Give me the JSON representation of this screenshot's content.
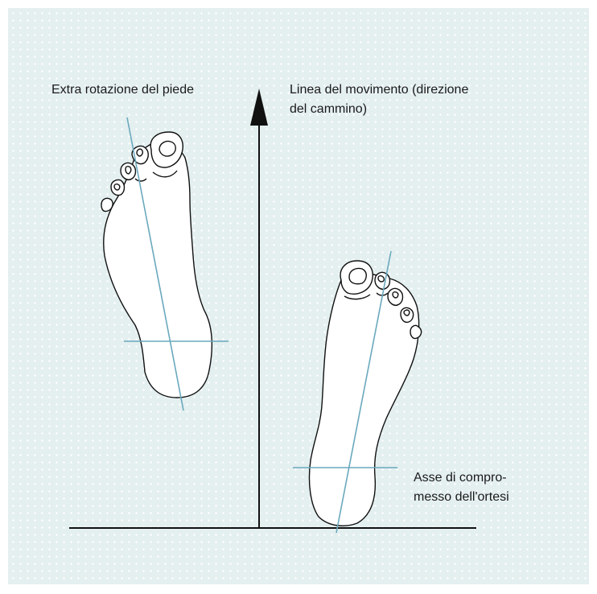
{
  "labels": {
    "extra_rotation": "Extra rotazione del piede",
    "movement_line": "Linea del movimento (direzione\ndel cammino)",
    "orthosis_axis": "Asse di compro-\nmesso dell'ortesi"
  },
  "colors": {
    "background": "#e4eff0",
    "dots": "#ffffff",
    "outline": "#111111",
    "axis_lines": "#6aa9bd",
    "text": "#1a1a1a"
  },
  "icons": {
    "left_foot": "foot-outline-icon",
    "right_foot": "foot-outline-icon",
    "arrow": "arrow-up-icon"
  }
}
